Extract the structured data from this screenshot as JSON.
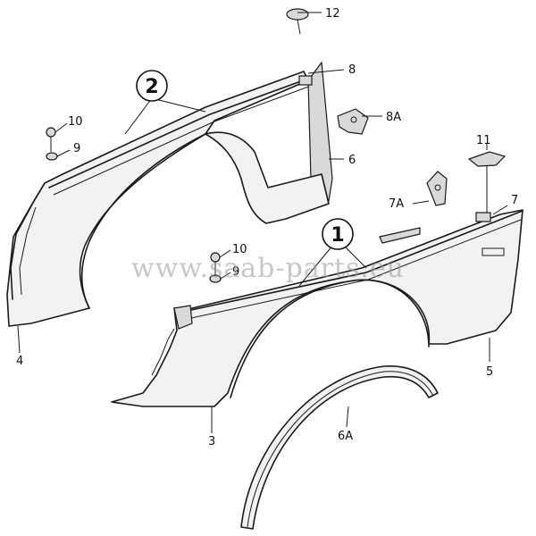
{
  "callouts": {
    "assembly_1": "1",
    "assembly_2": "2"
  },
  "labels": {
    "l3": "3",
    "l4": "4",
    "l5": "5",
    "l6": "6",
    "l6a": "6A",
    "l7": "7",
    "l7a": "7A",
    "l8": "8",
    "l8a": "8A",
    "l9_upper": "9",
    "l9_lower": "9",
    "l10_upper": "10",
    "l10_lower": "10",
    "l11": "11",
    "l12": "12"
  },
  "watermark": "www.saab-parts.eu"
}
